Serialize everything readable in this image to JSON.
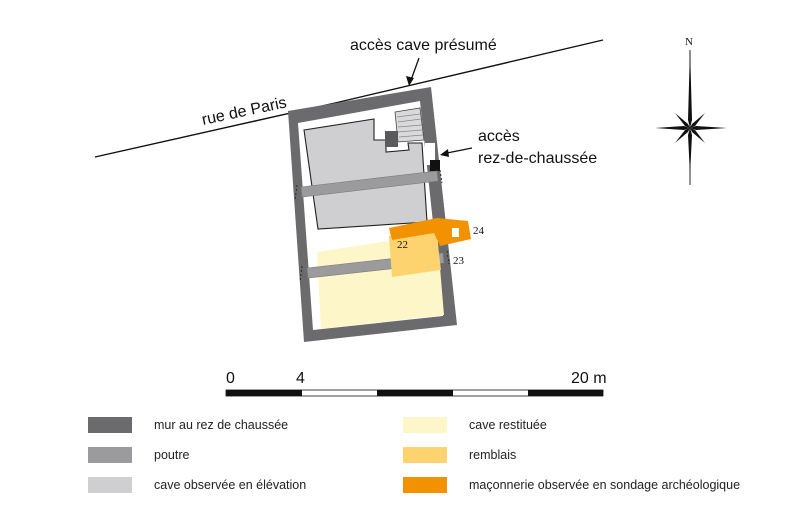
{
  "labels": {
    "street": "rue de Paris",
    "access_cellar": "accès cave présumé",
    "access_ground_line1": "accès",
    "access_ground_line2": "rez-de-chaussée",
    "north": "N",
    "sondage_22": "22",
    "sondage_23": "23",
    "sondage_24": "24"
  },
  "scale": {
    "label_0": "0",
    "label_4": "4",
    "label_20": "20 m"
  },
  "colors": {
    "wall": "#6b6b6d",
    "beam": "#9b9b9d",
    "cellar_observed": "#cfcfd1",
    "cellar_restored": "#fcf6c9",
    "fill": "#fdd36f",
    "masonry": "#f29200"
  },
  "legend": [
    {
      "key": "wall",
      "label": "mur au rez de chaussée",
      "color": "#6b6b6d"
    },
    {
      "key": "beam",
      "label": "poutre",
      "color": "#9b9b9d"
    },
    {
      "key": "cellar_observed",
      "label": "cave observée en élévation",
      "color": "#cfcfd1"
    },
    {
      "key": "cellar_restored",
      "label": "cave restituée",
      "color": "#fcf6c9"
    },
    {
      "key": "fill",
      "label": "remblais",
      "color": "#fdd36f"
    },
    {
      "key": "masonry",
      "label": "maçonnerie observée en sondage archéologique",
      "color": "#f29200"
    }
  ]
}
